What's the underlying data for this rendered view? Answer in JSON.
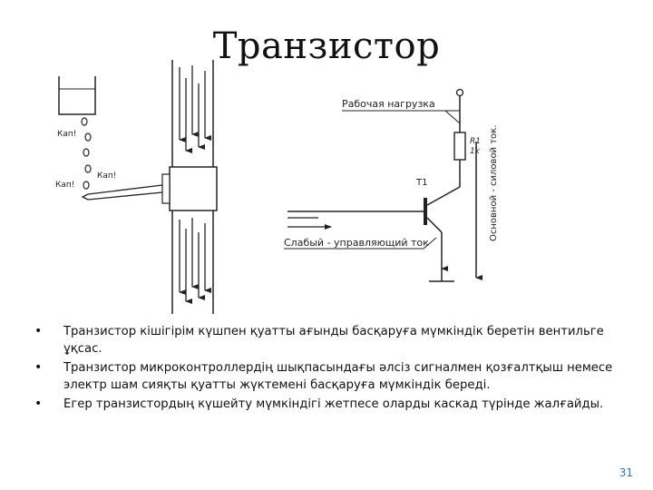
{
  "slide": {
    "title": "Транзистор",
    "page_number": "31"
  },
  "diagram": {
    "drop_labels": [
      "Кап!",
      "Кап!",
      "Кап!"
    ],
    "load_label": "Рабочая нагрузка",
    "resistor_name": "R1",
    "resistor_value": "1k",
    "transistor_name": "T1",
    "control_current_label": "Слабый - управляющий ток",
    "main_current_label": "Основной - силовой ток."
  },
  "bullets": [
    "Транзистор кішігірім күшпен қуатты ағынды басқаруға мүмкіндік беретін вентильге ұқсас.",
    "Транзистор микроконтроллердің шықпасындағы әлсіз сигналмен қозғалтқыш немесе электр шам сияқты қуатты жүктемені басқаруға мүмкіндік береді.",
    "Егер транзистордың күшейту мүмкіндігі жетпесе оларды каскад түрінде жалғайды."
  ]
}
